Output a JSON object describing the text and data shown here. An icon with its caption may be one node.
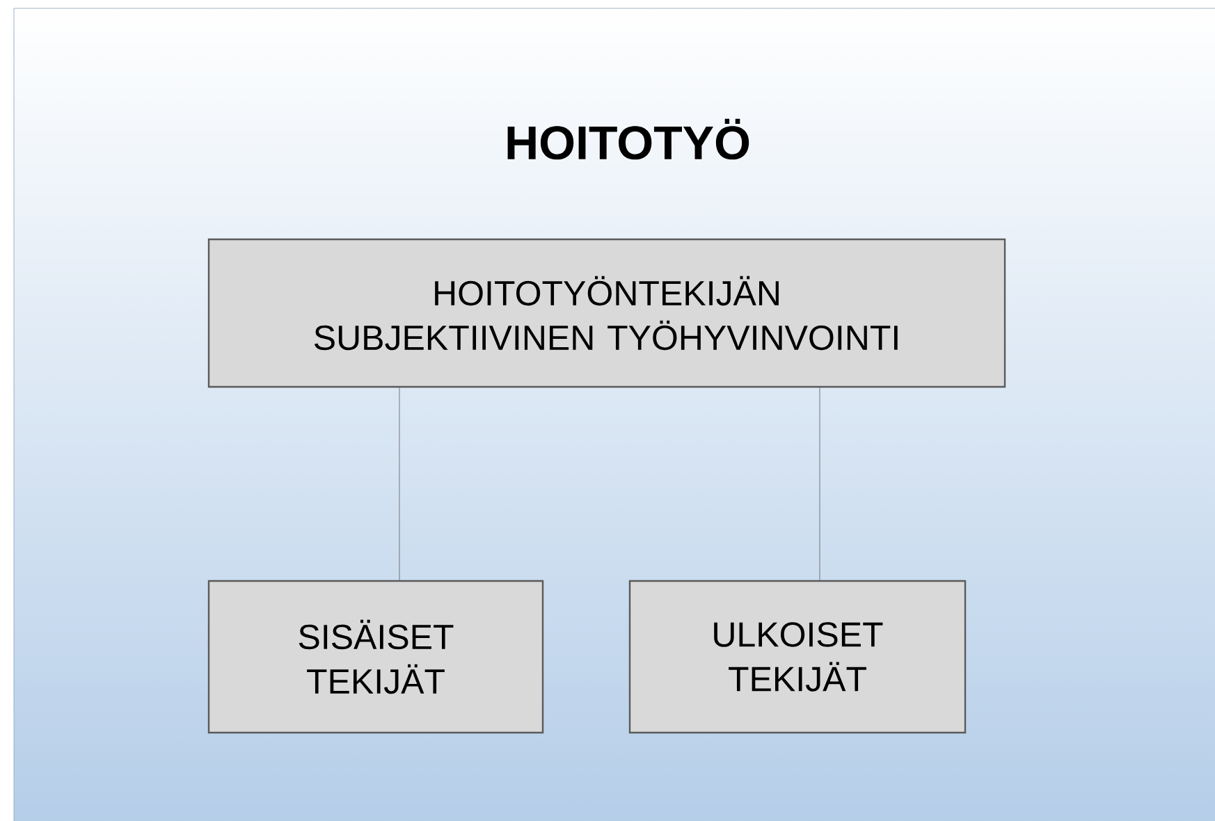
{
  "diagram": {
    "title": "HOITOTYÖ",
    "nodes": [
      {
        "text": [
          "HOITOTYÖNTEKIJÄN SUBJEKTIIVINEN TYÖHYVINVOINTI"
        ]
      },
      {
        "text": [
          "SISÄISET TEKIJÄT"
        ]
      },
      {
        "text": [
          "ULKOISET TEKIJÄT"
        ]
      }
    ],
    "edges": [
      {
        "from": 0,
        "to": 1,
        "arrow": "none"
      },
      {
        "from": 0,
        "to": 2,
        "arrow": "none"
      }
    ]
  }
}
